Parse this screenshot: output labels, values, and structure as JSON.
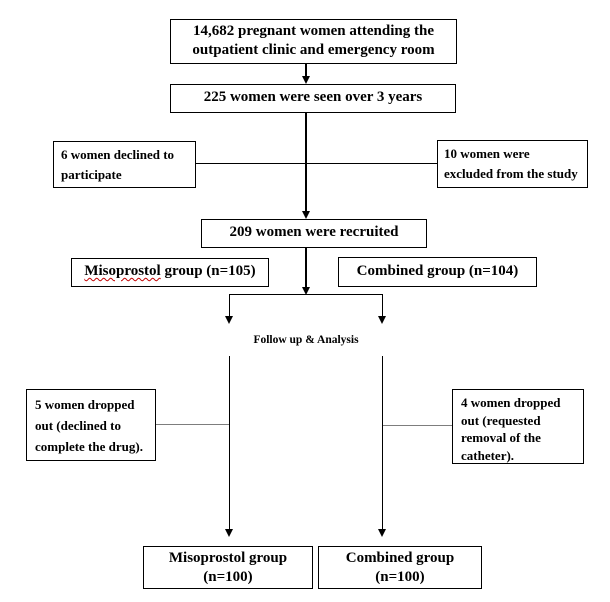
{
  "flowchart": {
    "attending": {
      "line1": "14,682 pregnant women attending the",
      "line2": "outpatient clinic and emergency room"
    },
    "seen": {
      "text": "225 women were seen over 3 years"
    },
    "declined": {
      "line1": "6 women declined to",
      "line2": "participate"
    },
    "excluded": {
      "line1": "10 women were",
      "line2": "excluded from the study"
    },
    "recruited": {
      "text": "209 women were recruited"
    },
    "miso_group": {
      "word": "Misoprostol",
      "rest": " group (n=105)"
    },
    "combined_group": {
      "text": "Combined group (n=104)"
    },
    "followup_label": "Follow up & Analysis",
    "dropout_miso": {
      "line1": "5 women dropped",
      "line2": "out (declined to",
      "line3": "complete the drug)."
    },
    "dropout_combined": {
      "line1": "4 women dropped",
      "line2": "out (requested",
      "line3": "removal of the",
      "line4": "catheter)."
    },
    "final_miso": {
      "line1": "Misoprostol group",
      "line2": "(n=100)"
    },
    "final_combined": {
      "line1": "Combined group",
      "line2": "(n=100)"
    },
    "colors": {
      "line": "#000000",
      "text": "#000000",
      "spellcheck_underline": "#c00000",
      "connector_gray": "#7d7d7d",
      "background": "#ffffff"
    }
  }
}
